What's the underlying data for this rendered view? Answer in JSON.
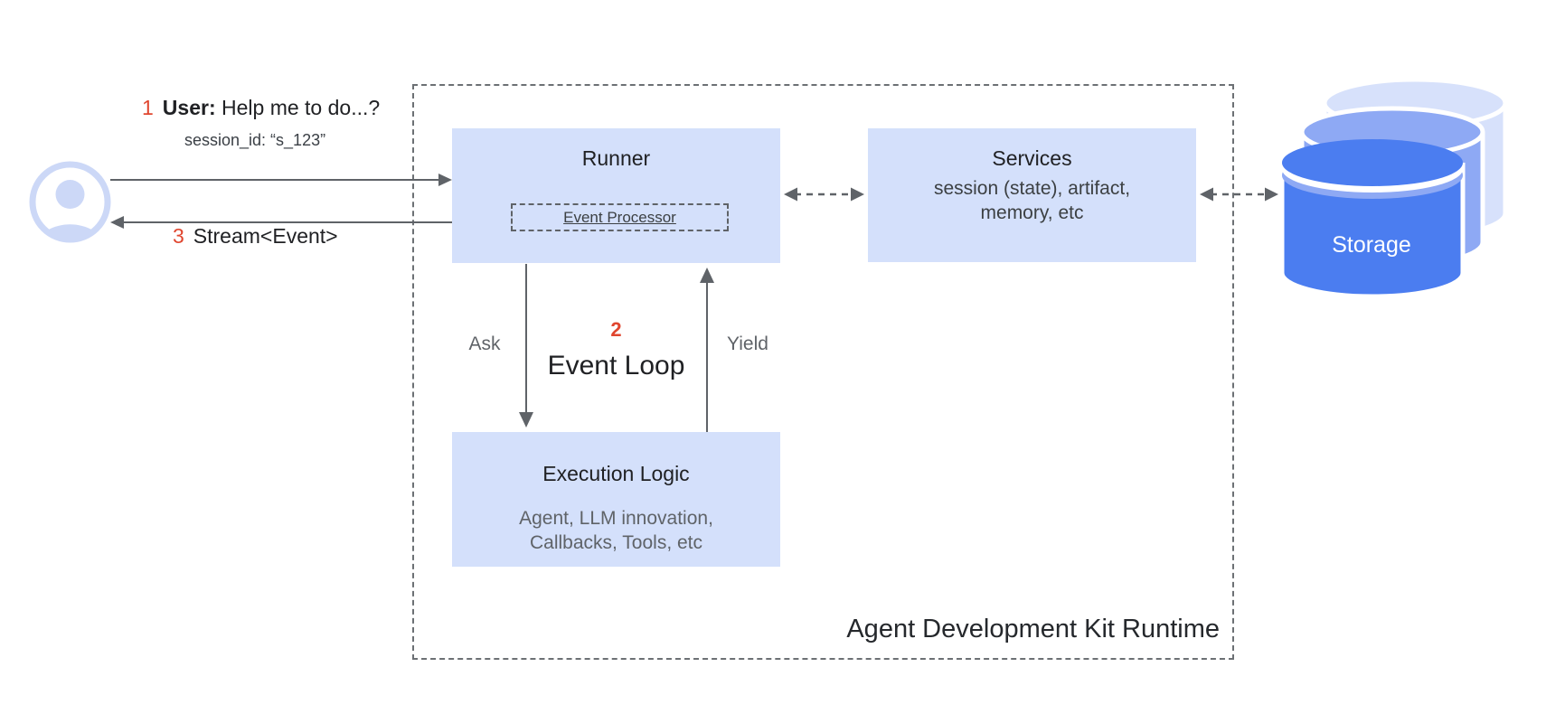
{
  "user_flow": {
    "step_number": "1",
    "speaker_label": "User:",
    "message": "Help me to do...?",
    "session_id": "session_id: “s_123”",
    "response_step_number": "3",
    "response_label": "Stream<Event>"
  },
  "runtime": {
    "title": "Agent Development Kit Runtime",
    "runner": {
      "title": "Runner",
      "event_processor": "Event Processor"
    },
    "services": {
      "title": "Services",
      "line1": "session (state), artifact,",
      "line2": "memory, etc"
    },
    "execution_logic": {
      "title": "Execution Logic",
      "line1": "Agent, LLM innovation,",
      "line2": "Callbacks, Tools, etc"
    },
    "event_loop": {
      "step_number": "2",
      "title": "Event Loop",
      "ask": "Ask",
      "yield": "Yield"
    }
  },
  "storage": {
    "label": "Storage"
  },
  "colors": {
    "panel_fill": "#d4e0fb",
    "avatar_blue": "#ccd8f7",
    "storage_front": "#4b7df0",
    "storage_middle": "#8ea9f4",
    "storage_back": "#d7e1fb",
    "arrow_gray": "#5f6368",
    "step_red": "#e0462f",
    "text_dark": "#202124",
    "text_gray": "#5f6368"
  }
}
